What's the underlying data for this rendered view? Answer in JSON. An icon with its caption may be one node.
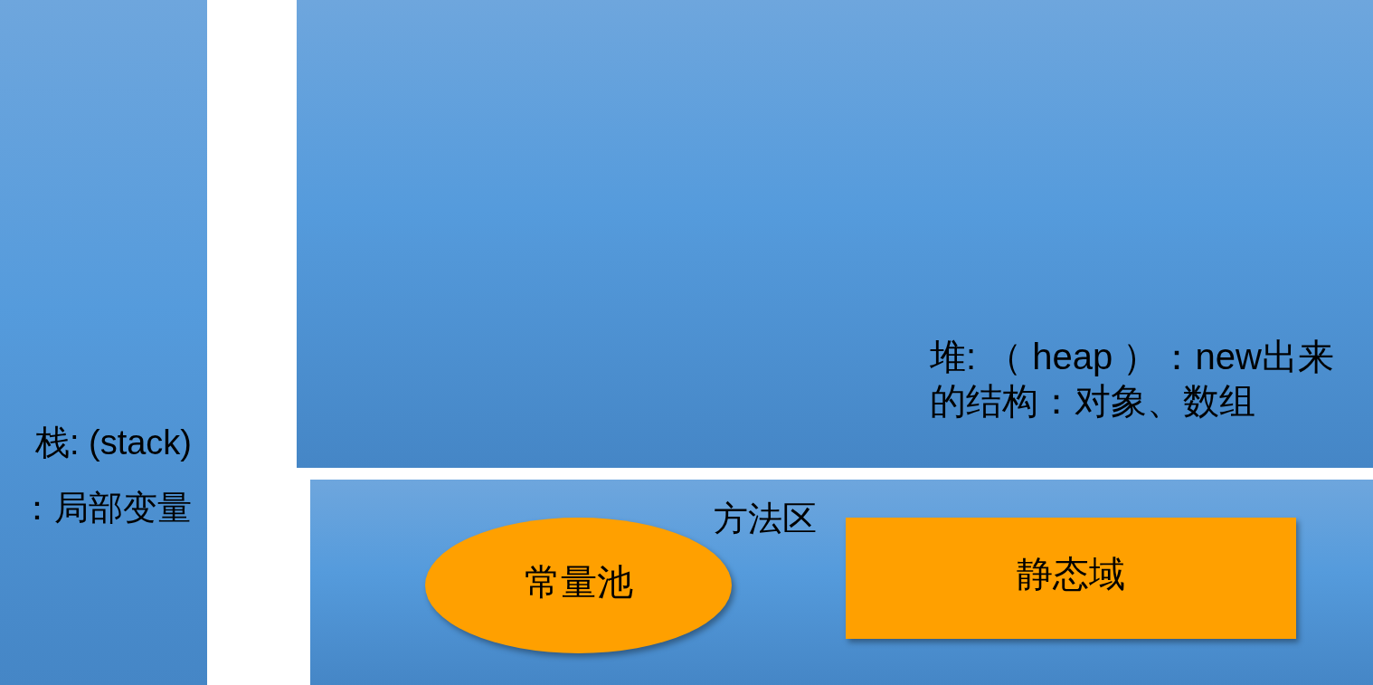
{
  "diagram": {
    "nodes": [
      {
        "text": [
          "栈: (stack)",
          "：局部变量"
        ]
      },
      {
        "text": [
          "堆: （ heap ）：new出来的结构：对象、数组"
        ]
      },
      {
        "text": [
          "方法区"
        ]
      },
      {
        "text": [
          "常量池"
        ],
        "in": 2
      },
      {
        "text": [
          "静态域"
        ],
        "in": 2
      }
    ],
    "edges": []
  }
}
